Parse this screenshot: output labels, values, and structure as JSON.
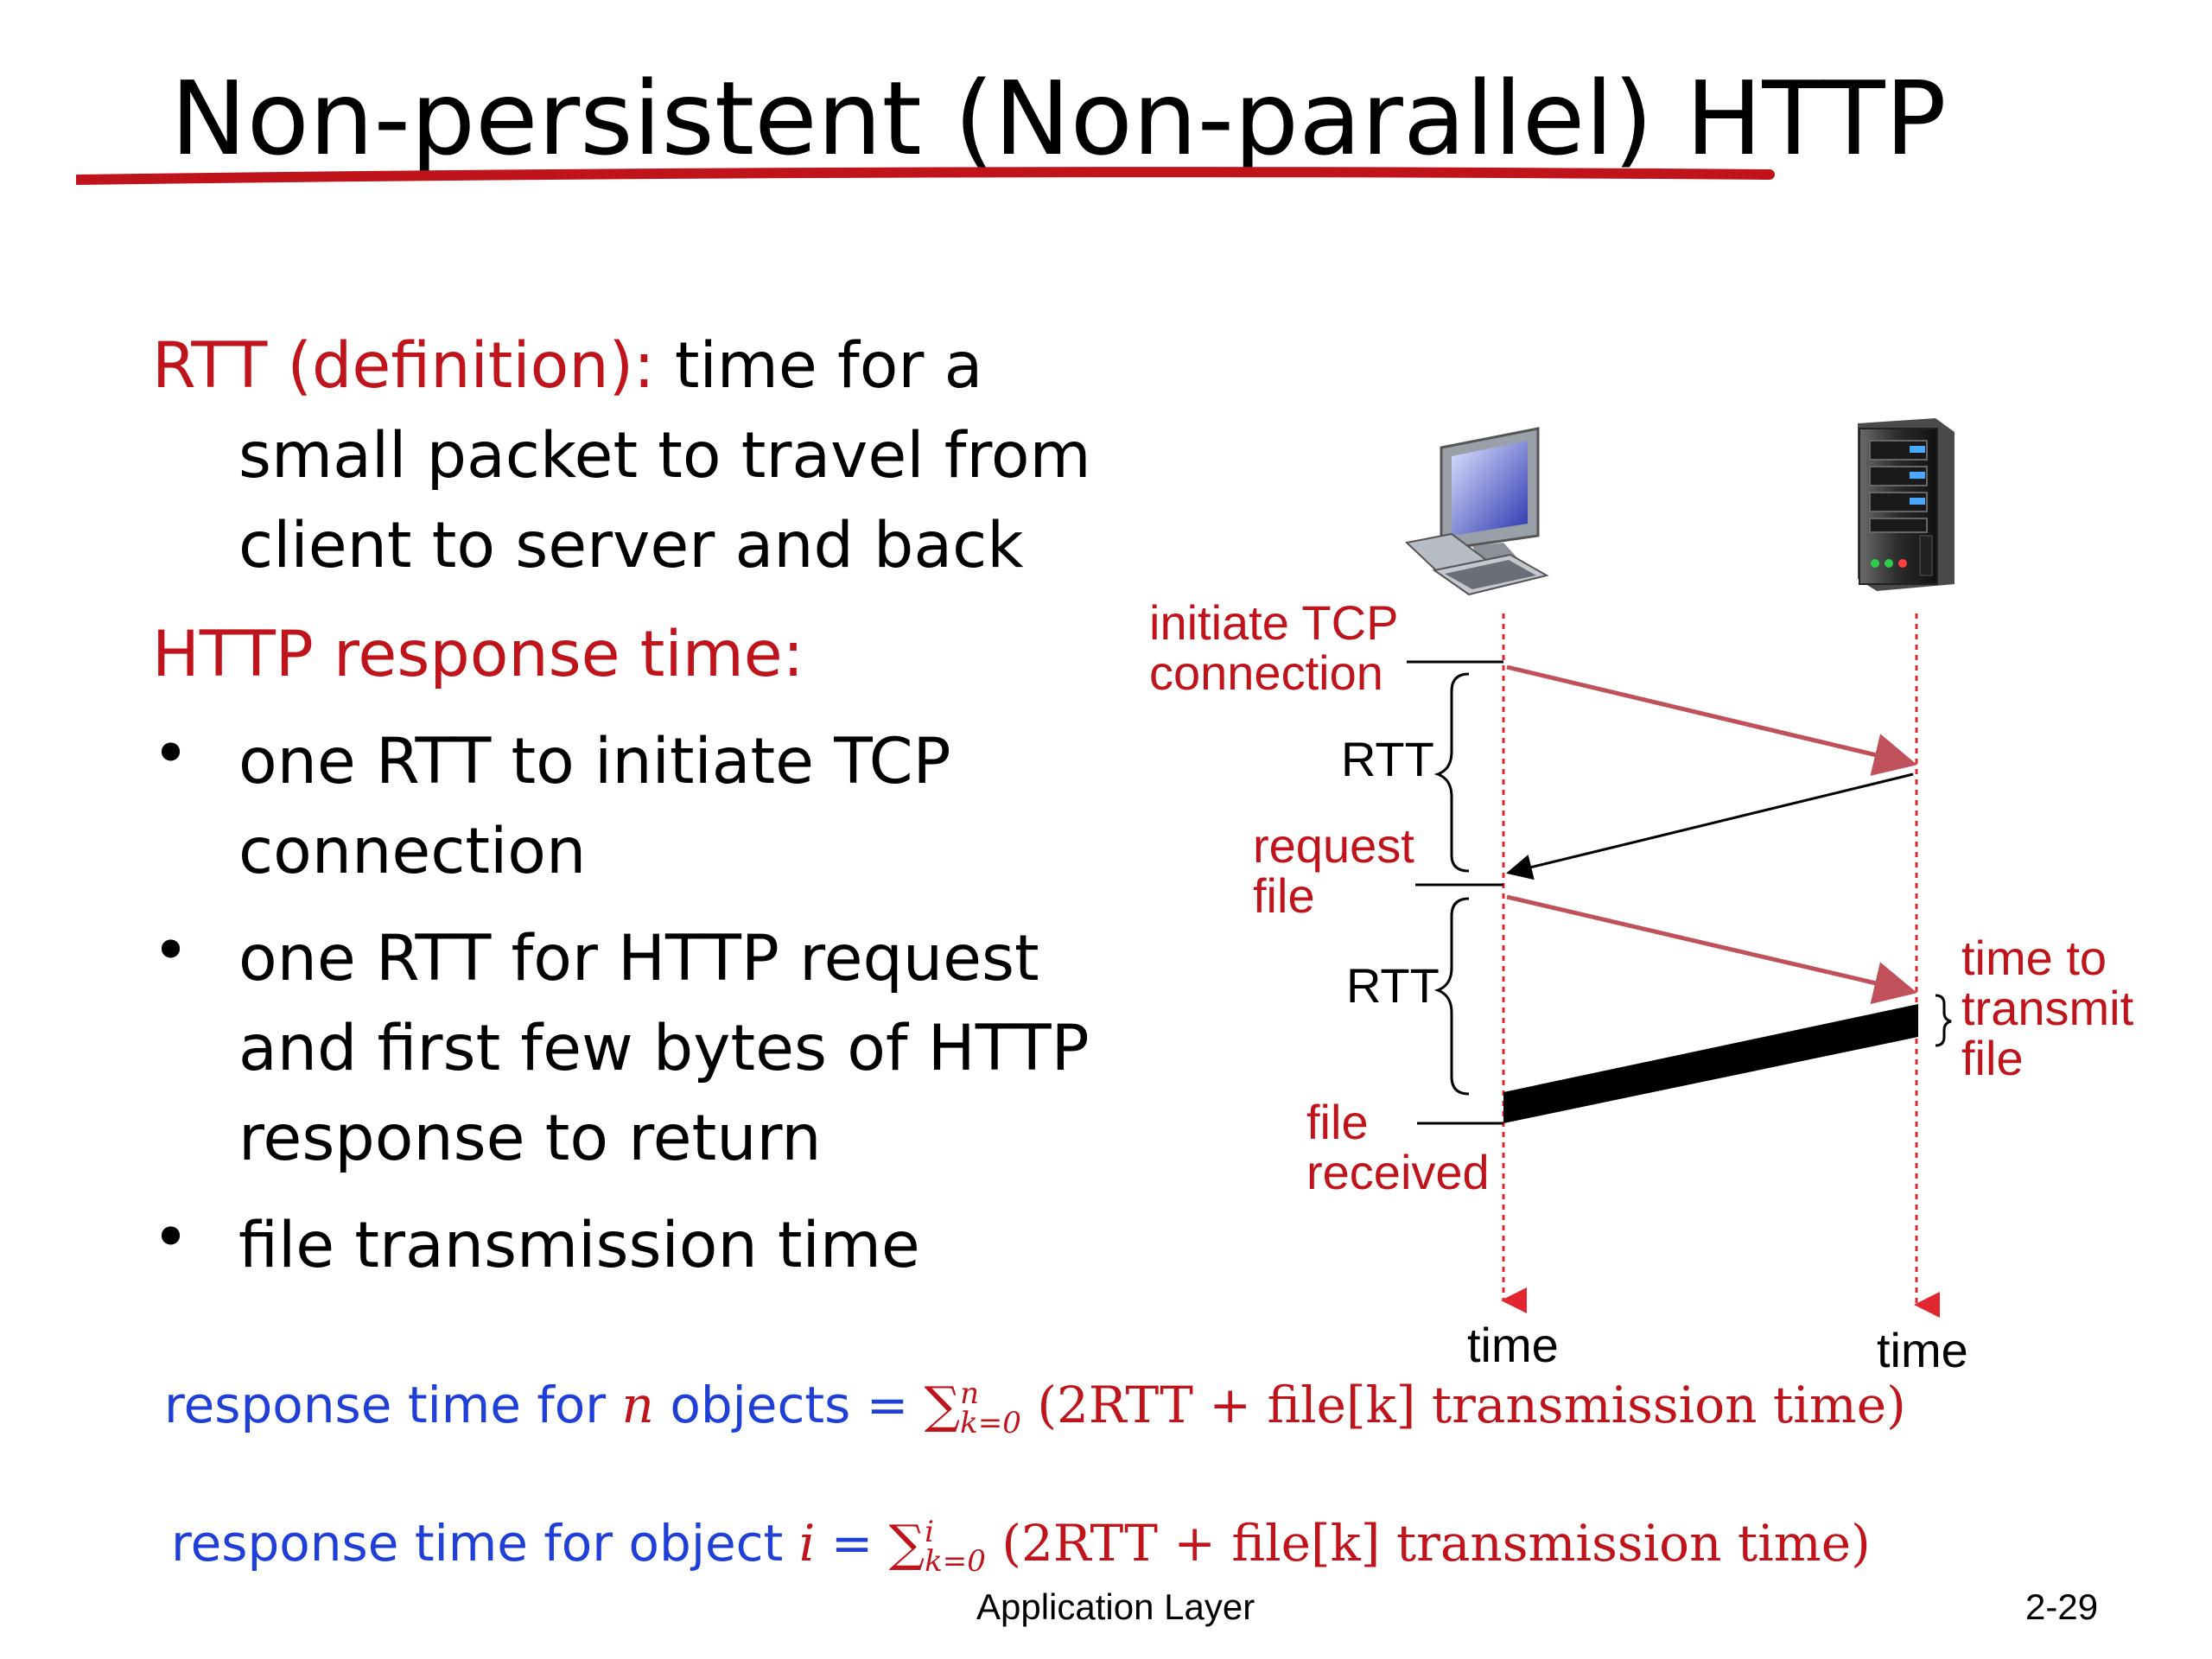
{
  "title": "Non-persistent (Non-parallel) HTTP",
  "rtt_def": {
    "term": "RTT (definition):",
    "text_line1": " time for a",
    "text_line2": "small packet to travel from",
    "text_line3": "client to server and back"
  },
  "response_time_heading": "HTTP response time:",
  "bullets": [
    {
      "line1": "one RTT to initiate TCP",
      "line2": "connection"
    },
    {
      "line1": "one RTT for HTTP request",
      "line2": "and first few bytes of HTTP",
      "line3": "response to return"
    },
    {
      "line1": "file transmission time"
    }
  ],
  "bullet_char": "•",
  "diagram": {
    "label_initiate_1": "initiate TCP",
    "label_initiate_2": "connection",
    "label_rtt": "RTT",
    "label_request_1": "request",
    "label_request_2": "file",
    "label_received_1": "file",
    "label_received_2": "received",
    "label_transmit_1": "time to",
    "label_transmit_2": "transmit",
    "label_transmit_3": "file",
    "label_time": "time"
  },
  "formula1": {
    "prefix": "response time for ",
    "var": "n",
    "middle": " objects = ",
    "sum": "∑",
    "upper": "n",
    "lower": "k=0",
    "expr": " (2RTT + file[k]  transmission time)"
  },
  "formula2": {
    "prefix": "response time for object ",
    "var": "i",
    "middle": " = ",
    "sum": "∑",
    "upper": "i",
    "lower": "k=0",
    "expr": " (2RTT + file[k]  transmission time)"
  },
  "footer": {
    "center": "Application Layer",
    "page": "2-29"
  },
  "colors": {
    "accent_red": "#c0141c",
    "formula_blue": "#1f3fd6",
    "arrow_red": "#c0505a"
  }
}
